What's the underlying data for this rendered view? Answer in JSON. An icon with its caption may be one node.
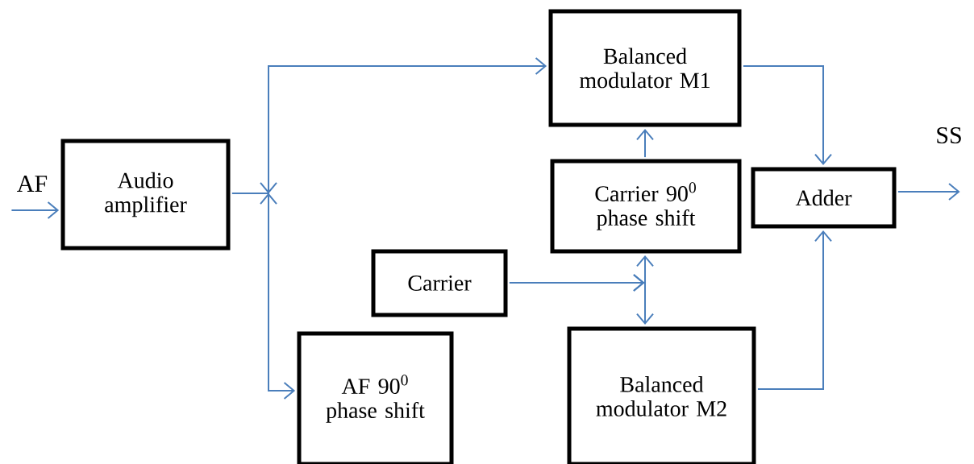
{
  "diagram": {
    "nodes": [
      {
        "text": [
          "Audio amplifier"
        ]
      },
      {
        "text": [
          "Balanced modulator M1"
        ]
      },
      {
        "text": [
          "Carrier 90$^{0}$ phase shift"
        ]
      },
      {
        "text": [
          "Adder"
        ]
      },
      {
        "text": [
          "Carrier"
        ]
      },
      {
        "text": [
          "AF 90$^{0}$ phase shift"
        ]
      },
      {
        "text": [
          "Balanced modulator M2"
        ]
      }
    ],
    "edges": [
      {
        "from": null,
        "to": 0,
        "arrow": "to"
      },
      {
        "from": 0,
        "to": 1,
        "arrow": "to"
      },
      {
        "from": 0,
        "to": 5,
        "arrow": "to"
      },
      {
        "from": 2,
        "to": 1,
        "arrow": "to"
      },
      {
        "from": 4,
        "to": 2,
        "arrow": "to"
      },
      {
        "from": 4,
        "to": 6,
        "arrow": "to"
      },
      {
        "from": 1,
        "to": 3,
        "arrow": "to"
      },
      {
        "from": 6,
        "to": 3,
        "arrow": "to"
      },
      {
        "from": 3,
        "to": null,
        "arrow": "to"
      }
    ],
    "labels": [
      "AF",
      "SS"
    ]
  }
}
